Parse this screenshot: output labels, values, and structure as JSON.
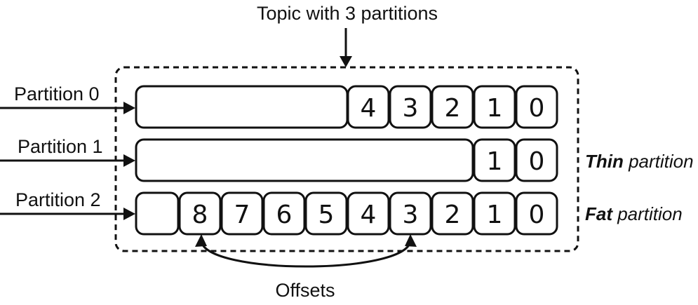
{
  "title": "Topic with 3 partitions",
  "partitions": [
    {
      "label": "Partition 0",
      "offsets": [
        "4",
        "3",
        "2",
        "1",
        "0"
      ],
      "note_bold": "",
      "note_rest": ""
    },
    {
      "label": "Partition 1",
      "offsets": [
        "1",
        "0"
      ],
      "note_bold": "Thin",
      "note_rest": " partition"
    },
    {
      "label": "Partition 2",
      "offsets": [
        "8",
        "7",
        "6",
        "5",
        "4",
        "3",
        "2",
        "1",
        "0"
      ],
      "note_bold": "Fat",
      "note_rest": " partition"
    }
  ],
  "offsets_label": "Offsets"
}
